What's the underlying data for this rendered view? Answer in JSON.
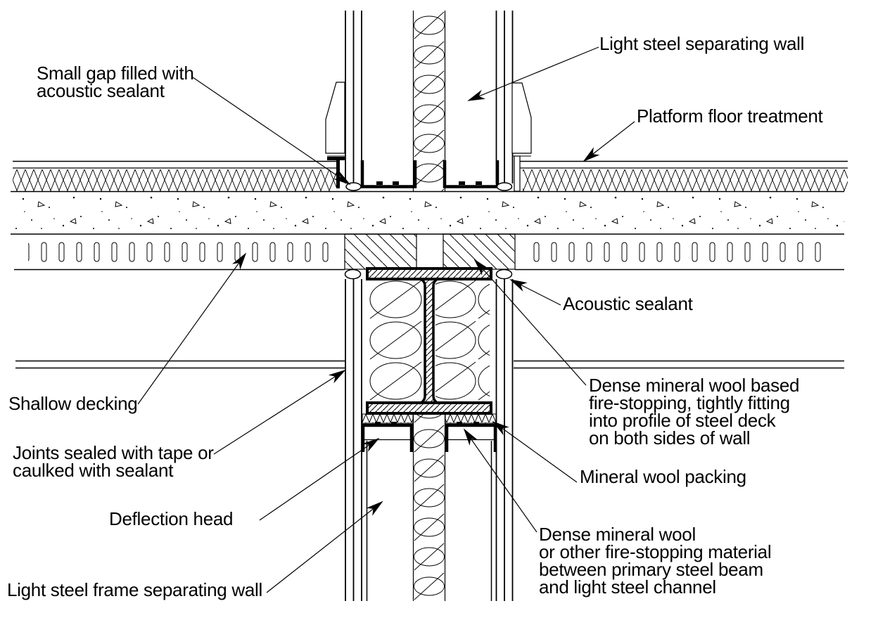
{
  "figure": {
    "type": "construction-detail-drawing",
    "subject": "Light steel separating wall to floor junction"
  },
  "colors": {
    "ink": "#000000",
    "paper": "#ffffff"
  },
  "labels": {
    "small_gap": "Small gap filled with\nacoustic sealant",
    "light_steel_separating_wall": "Light steel separating wall",
    "platform_floor_treatment": "Platform floor treatment",
    "acoustic_sealant": "Acoustic sealant",
    "dense_fire_stopping": "Dense mineral wool based\nfire-stopping, tightly fitting\ninto profile of steel deck\non both sides of wall",
    "mineral_wool_packing": "Mineral wool packing",
    "dense_between_beam": "Dense mineral wool\nor other fire-stopping material\nbetween primary steel beam\nand light steel channel",
    "shallow_decking": "Shallow decking",
    "joints_sealed": "Joints sealed with tape or\ncaulked with sealant",
    "deflection_head": "Deflection head",
    "light_steel_frame_wall": "Light steel frame separating wall"
  }
}
